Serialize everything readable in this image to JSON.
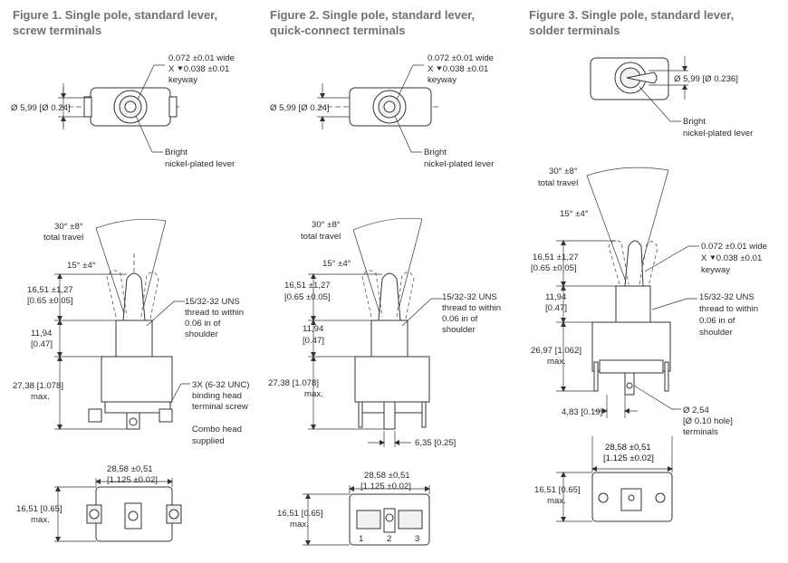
{
  "figures": [
    {
      "title": [
        "Figure 1. Single pole, standard lever,",
        "screw terminals"
      ],
      "top_view": {
        "diameter": "Ø 5,99 [Ø 0.24]",
        "keyway": [
          "0.072 ±0.01 wide",
          "X ⯆0.038 ±0.01",
          "keyway"
        ],
        "lever": [
          "Bright",
          "nickel-plated lever"
        ]
      },
      "side_view": {
        "travel": [
          "30° ±8°",
          "total travel"
        ],
        "angle": "15° ±4°",
        "lever_height": [
          "16,51 ±1,27",
          "[0.65 ±0.05]"
        ],
        "thread": [
          "15/32-32 UNS",
          "thread to within",
          "0.06 in of",
          "shoulder"
        ],
        "bushing": [
          "11,94",
          "[0.47]"
        ],
        "body": [
          "27,38 [1.078]",
          "max."
        ],
        "terminals": [
          "3X (6-32 UNC)",
          "binding head",
          "terminal screw"
        ],
        "combo": [
          "Combo head",
          "supplied"
        ]
      },
      "bottom_view": {
        "width": [
          "28,58 ±0,51",
          "[1.125 ±0.02]"
        ],
        "height": [
          "16,51 [0.65]",
          "max."
        ]
      }
    },
    {
      "title": [
        "Figure 2. Single pole, standard lever,",
        "quick-connect terminals"
      ],
      "top_view": {
        "diameter": "Ø 5,99 [Ø 0.24]",
        "keyway": [
          "0.072 ±0.01 wide",
          "X ⯆0.038 ±0.01",
          "keyway"
        ],
        "lever": [
          "Bright",
          "nickel-plated lever"
        ]
      },
      "side_view": {
        "travel": [
          "30° ±8°",
          "total travel"
        ],
        "angle": "15° ±4°",
        "lever_height": [
          "16,51 ±1,27",
          "[0.65 ±0.05]"
        ],
        "thread": [
          "15/32-32 UNS",
          "thread to within",
          "0.06 in of",
          "shoulder"
        ],
        "bushing": [
          "11,94",
          "[0.47]"
        ],
        "body": [
          "27,38 [1.078]",
          "max."
        ],
        "tab": "6,35 [0.25]"
      },
      "bottom_view": {
        "width": [
          "28,58 ±0,51",
          "[1.125 ±0.02]"
        ],
        "height": [
          "16,51 [0.65]",
          "max."
        ],
        "terminal_numbers": [
          "1",
          "2",
          "3"
        ]
      }
    },
    {
      "title": [
        "Figure 3. Single pole, standard lever,",
        "solder terminals"
      ],
      "top_view": {
        "diameter": "Ø 5,99 [Ø 0.236]",
        "lever": [
          "Bright",
          "nickel-plated lever"
        ]
      },
      "side_view": {
        "travel": [
          "30° ±8°",
          "total travel"
        ],
        "angle": "15° ±4°",
        "lever_height": [
          "16,51 ±1,27",
          "[0.65 ±0.05]"
        ],
        "keyway": [
          "0.072 ±0.01 wide",
          "X ⯆0.038 ±0.01",
          "keyway"
        ],
        "bushing": [
          "11,94",
          "[0.47]"
        ],
        "thread": [
          "15/32-32 UNS",
          "thread to within",
          "0.06 in of",
          "shoulder"
        ],
        "body": [
          "26,97 [1.062]",
          "max."
        ],
        "spacing": "4,83 [0.19]",
        "hole": [
          "Ø 2,54",
          "[Ø 0.10 hole]",
          "terminals"
        ]
      },
      "bottom_view": {
        "width": [
          "28,58 ±0,51",
          "[1.125 ±0.02]"
        ],
        "height": [
          "16,51 [0.65]",
          "max."
        ]
      }
    }
  ]
}
